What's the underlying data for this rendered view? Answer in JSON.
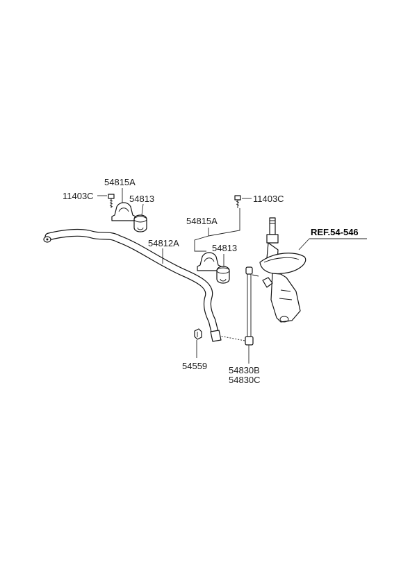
{
  "labels": {
    "bolt_left": "11403C",
    "bracket_left": "54815A",
    "bushing_left": "54813",
    "bolt_right": "11403C",
    "bracket_right": "54815A",
    "stabilizer_bar": "54812A",
    "bushing_right": "54813",
    "nut": "54559",
    "link_b": "54830B",
    "link_c": "54830C",
    "reference": "REF.54-546"
  }
}
